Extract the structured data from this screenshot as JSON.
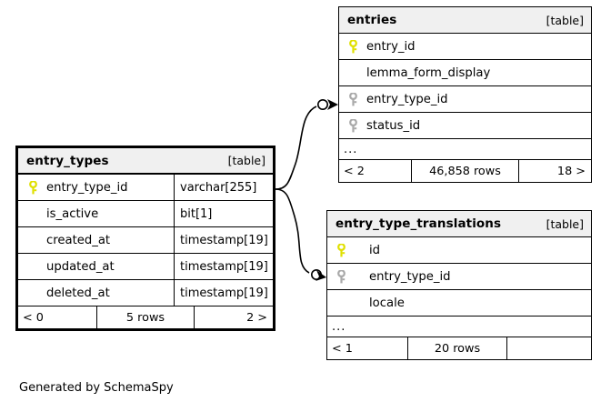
{
  "diagram": {
    "type": "er-diagram",
    "generator_credit": "Generated by SchemaSpy",
    "table_tag": "[table]",
    "ellipsis": "...",
    "key_icon_primary": "key-icon-primary",
    "key_icon_foreign": "key-icon-foreign",
    "colors": {
      "primary_key": "#e8e800",
      "foreign_key": "#a9a9a9",
      "header_band": "#f0f0f0",
      "border": "#000000",
      "background": "#ffffff"
    }
  },
  "tables": {
    "entry_types": {
      "name": "entry_types",
      "tag": "[table]",
      "focal": true,
      "columns": [
        {
          "name": "entry_type_id",
          "type": "varchar[255]",
          "key": "primary"
        },
        {
          "name": "is_active",
          "type": "bit[1]",
          "key": "none"
        },
        {
          "name": "created_at",
          "type": "timestamp[19]",
          "key": "none"
        },
        {
          "name": "updated_at",
          "type": "timestamp[19]",
          "key": "none"
        },
        {
          "name": "deleted_at",
          "type": "timestamp[19]",
          "key": "none"
        }
      ],
      "footer": {
        "left": "< 0",
        "middle": "5 rows",
        "right": "2 >"
      }
    },
    "entries": {
      "name": "entries",
      "tag": "[table]",
      "focal": false,
      "columns": [
        {
          "name": "entry_id",
          "key": "primary"
        },
        {
          "name": "lemma_form_display",
          "key": "none"
        },
        {
          "name": "entry_type_id",
          "key": "foreign"
        },
        {
          "name": "status_id",
          "key": "foreign"
        }
      ],
      "has_ellipsis": true,
      "footer": {
        "left": "< 2",
        "middle": "46,858 rows",
        "right": "18 >"
      }
    },
    "entry_type_translations": {
      "name": "entry_type_translations",
      "tag": "[table]",
      "focal": false,
      "columns": [
        {
          "name": "id",
          "key": "primary"
        },
        {
          "name": "entry_type_id",
          "key": "foreign"
        },
        {
          "name": "locale",
          "key": "none"
        }
      ],
      "has_ellipsis": true,
      "footer": {
        "left": "< 1",
        "middle": "20 rows",
        "right": ""
      }
    }
  },
  "relationships": [
    {
      "from": "entry_types.entry_type_id",
      "to": "entries.entry_type_id",
      "optional": true
    },
    {
      "from": "entry_types.entry_type_id",
      "to": "entry_type_translations.entry_type_id",
      "optional": true
    }
  ]
}
